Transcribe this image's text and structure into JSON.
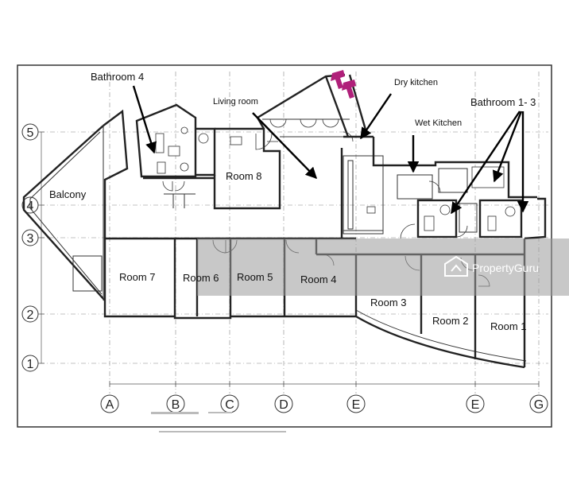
{
  "labels": {
    "bathroom4": "Bathroom 4",
    "living_room": "Living room",
    "dry_kitchen": "Dry kitchen",
    "wet_kitchen": "Wet Kitchen",
    "bathroom13": "Bathroom  1- 3",
    "balcony": "Balcony",
    "room8": "Room 8",
    "room7": "Room 7",
    "room6": "Room 6",
    "room5": "Room 5",
    "room4": "Room 4",
    "room3": "Room 3",
    "room2": "Room 2",
    "room1": "Room 1"
  },
  "grid_rows": [
    "5",
    "4",
    "3",
    "2",
    "1"
  ],
  "grid_cols": [
    "A",
    "B",
    "C",
    "D",
    "E",
    "E",
    "G"
  ],
  "watermark": {
    "text": "PropertyGuru"
  },
  "colors": {
    "line": "#222222",
    "accent_icon": "#b0207a",
    "watermark_bg": "#9a9a9a"
  }
}
